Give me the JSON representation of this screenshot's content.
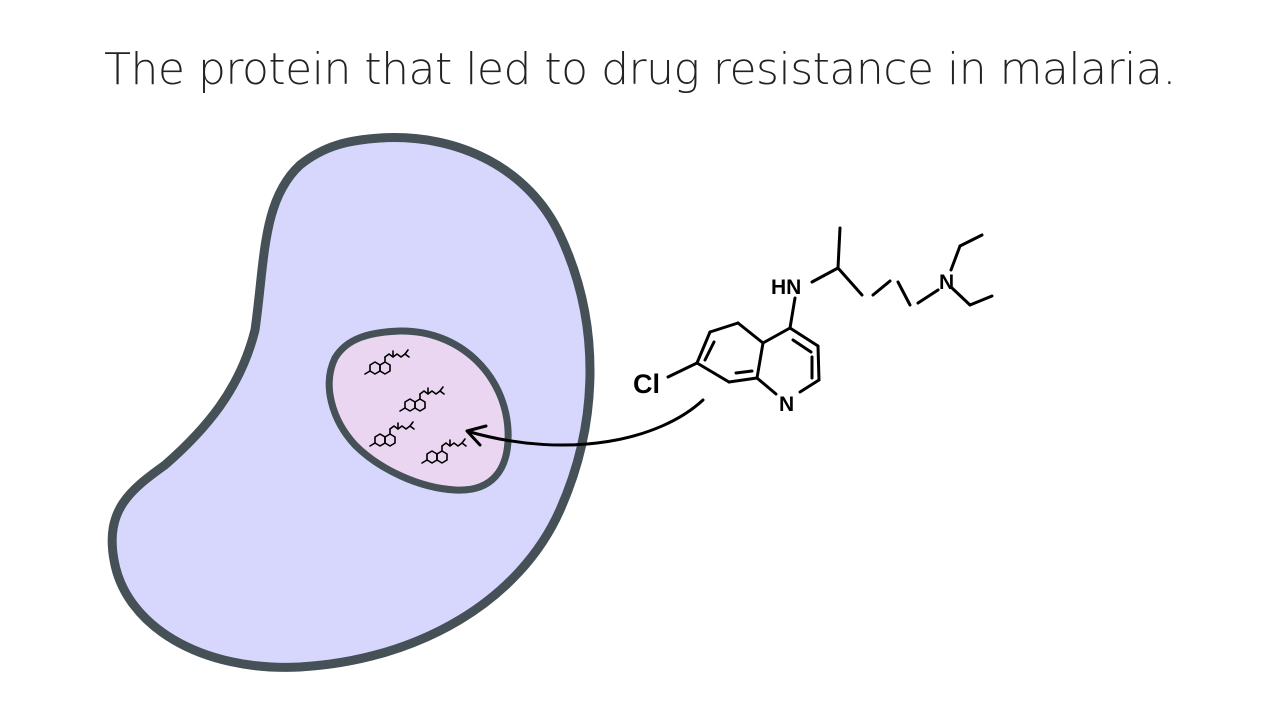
{
  "slide": {
    "title": "The protein that led to drug resistance in malaria."
  },
  "molecule": {
    "labels": {
      "chlorine": "Cl",
      "amine": "HN",
      "ring_nitrogen": "N",
      "tertiary_nitrogen": "N"
    }
  },
  "colors": {
    "cell_fill": "#d7d7fd",
    "cell_outline": "#455057",
    "vacuole_fill": "#ebd6f1",
    "ink": "#000000",
    "title_text": "#222222"
  }
}
